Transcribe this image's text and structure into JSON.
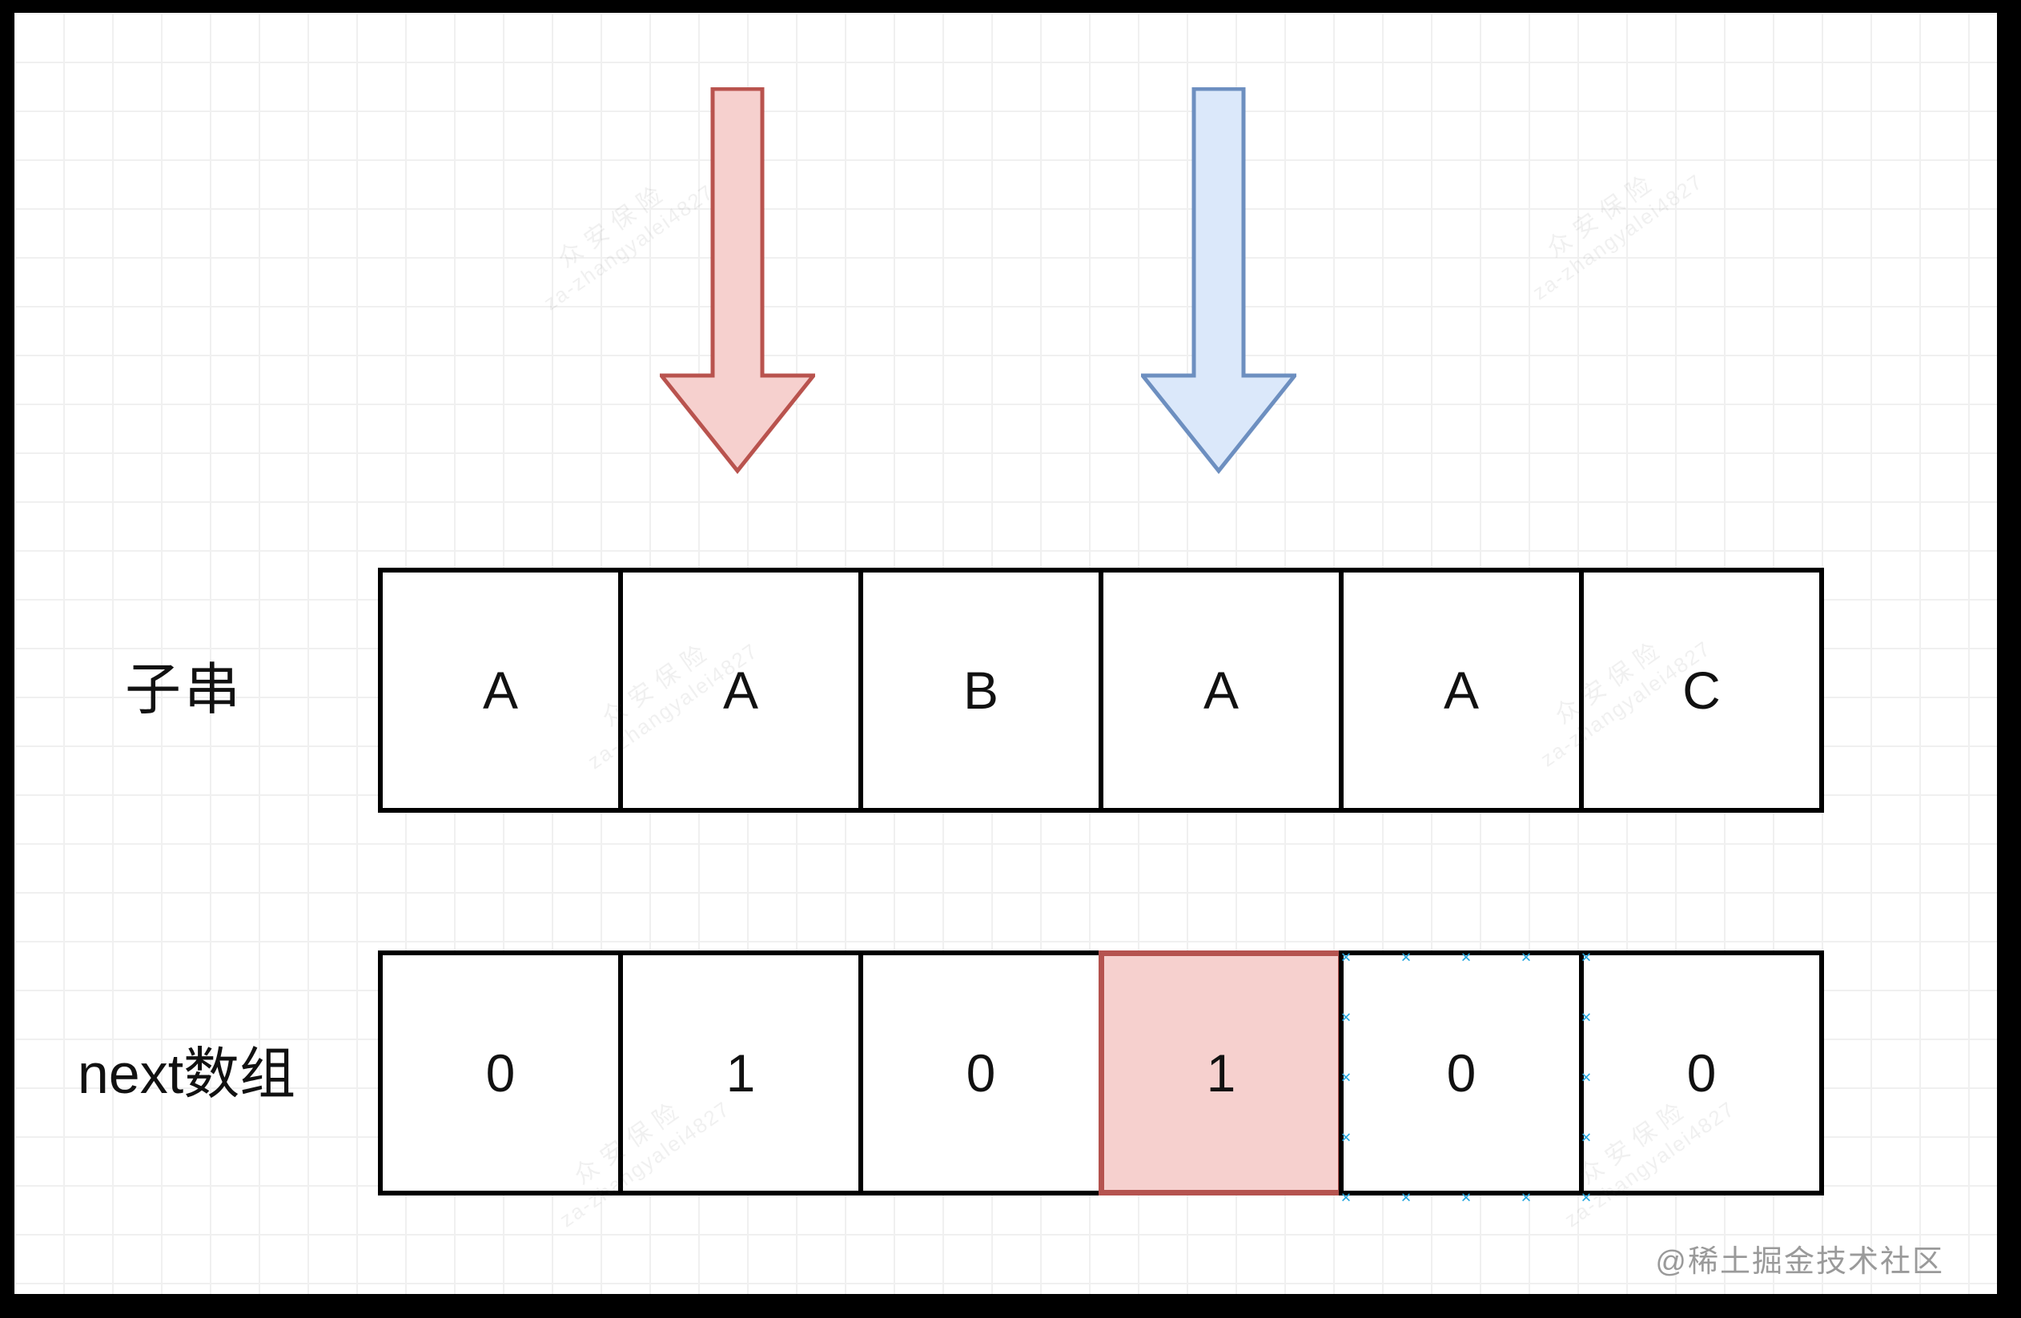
{
  "diagram": {
    "substring_row": {
      "label": "子串",
      "cells": [
        "A",
        "A",
        "B",
        "A",
        "A",
        "C"
      ]
    },
    "next_row": {
      "label": "next数组",
      "cells": [
        "0",
        "1",
        "0",
        "1",
        "0",
        "0"
      ],
      "highlighted_cell_index": 3,
      "selected_cell_index": 4
    },
    "arrows": {
      "red": {
        "fill": "#f6d0ce",
        "stroke": "#b9534e",
        "points_to_substring_index": 1
      },
      "blue": {
        "fill": "#dbe8fa",
        "stroke": "#6d8fc0",
        "points_to_substring_index": 3
      }
    }
  },
  "watermark": {
    "diagonal_line1": "众安保险",
    "diagonal_line2": "za-zhangyalei4827",
    "credit": "@稀土掘金技术社区"
  },
  "colors": {
    "highlight_fill": "#f6d0ce",
    "highlight_stroke": "#b5534f",
    "selection_handle": "#2ba9e0",
    "cell_border": "#000000",
    "grid_line": "#f0f0f0",
    "canvas_bg": "#ffffff",
    "frame_bg": "#000000",
    "credit_text": "#9a9a9a"
  }
}
